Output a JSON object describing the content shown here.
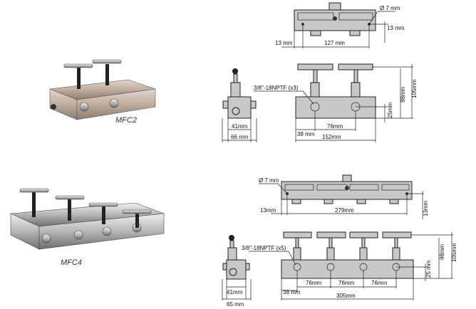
{
  "products": [
    {
      "model": "MFC2",
      "top_view": {
        "hole_dia": "Ø 7 mm",
        "edge_offset": "13 mm",
        "hole_spacing": "127 mm",
        "edge_offset_vertical": "13 mm"
      },
      "side_view": {
        "port_note": "3/8\"-18NPTF (x3)",
        "overall_height": "105mm",
        "valve_height": "98mm",
        "port_height": "25mm",
        "port_spacing": "76mm",
        "first_port_offset": "38 mm",
        "length": "152mm"
      },
      "end_view": {
        "body_width": "41mm",
        "overall_width": "66 mm"
      }
    },
    {
      "model": "MFC4",
      "top_view": {
        "hole_dia": "Ø 7 mm",
        "edge_offset": "13mm",
        "hole_spacing": "279mm",
        "edge_offset_vertical": "13mm"
      },
      "side_view": {
        "port_note": "3/8\"-18NPTF (x5)",
        "overall_height": "105mm",
        "valve_height": "98mm",
        "port_height": "25 mm",
        "port_spacings": [
          "76mm",
          "76mm",
          "76mm"
        ],
        "first_port_offset": "38 mm",
        "length": "305mm"
      },
      "end_view": {
        "body_width": "41mm",
        "overall_width": "65 mm"
      }
    }
  ]
}
